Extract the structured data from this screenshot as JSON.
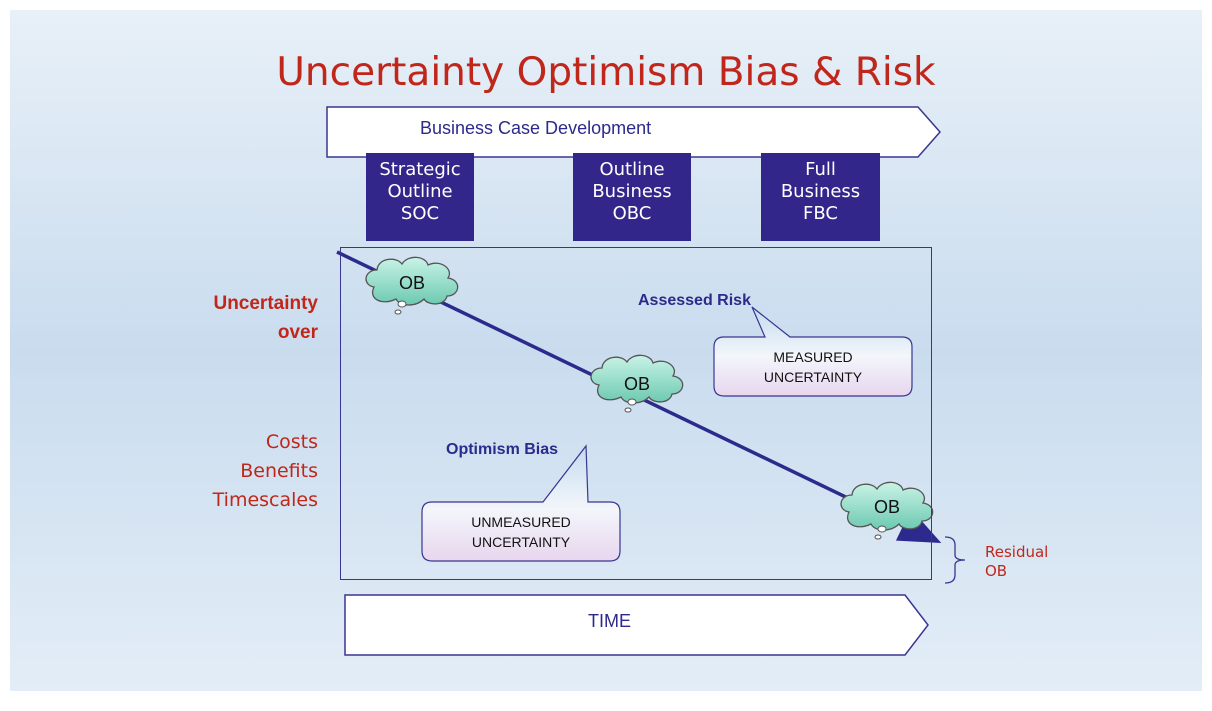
{
  "title": "Uncertainty Optimism Bias & Risk",
  "top_arrow": "Business Case Development",
  "stages": [
    {
      "lines": [
        "Strategic",
        "Outline",
        "SOC"
      ]
    },
    {
      "lines": [
        "Outline",
        "Business",
        "OBC"
      ]
    },
    {
      "lines": [
        "Full",
        "Business",
        "FBC"
      ]
    }
  ],
  "left_labels": {
    "line1": "Uncertainty",
    "line2": "over",
    "items": [
      "Costs",
      "Benefits",
      "Timescales"
    ]
  },
  "assessed_risk": "Assessed Risk",
  "optimism_bias": "Optimism Bias",
  "callout_measured": [
    "MEASURED",
    "UNCERTAINTY"
  ],
  "callout_unmeasured": [
    "UNMEASURED",
    "UNCERTAINTY"
  ],
  "cloud_label": "OB",
  "residual": [
    "Residual",
    "OB"
  ],
  "bottom_arrow": "TIME",
  "colors": {
    "title_red": "#c0271a",
    "navy": "#33268a",
    "line_blue": "#2c2a8c",
    "cloud_green": "#7fd8c3"
  }
}
